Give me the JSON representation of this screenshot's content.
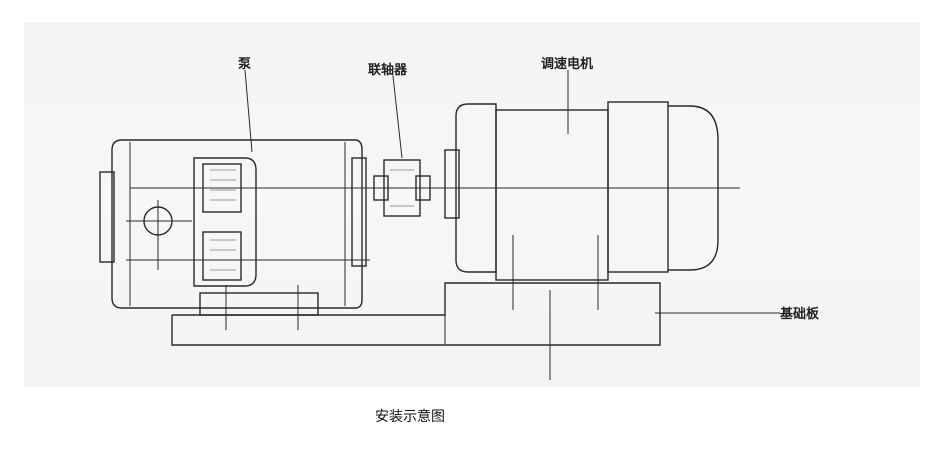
{
  "labels": {
    "pump": "泵",
    "coupling": "联轴器",
    "motor": "调速电机",
    "base_plate": "基础板"
  },
  "caption": "安装示意图"
}
